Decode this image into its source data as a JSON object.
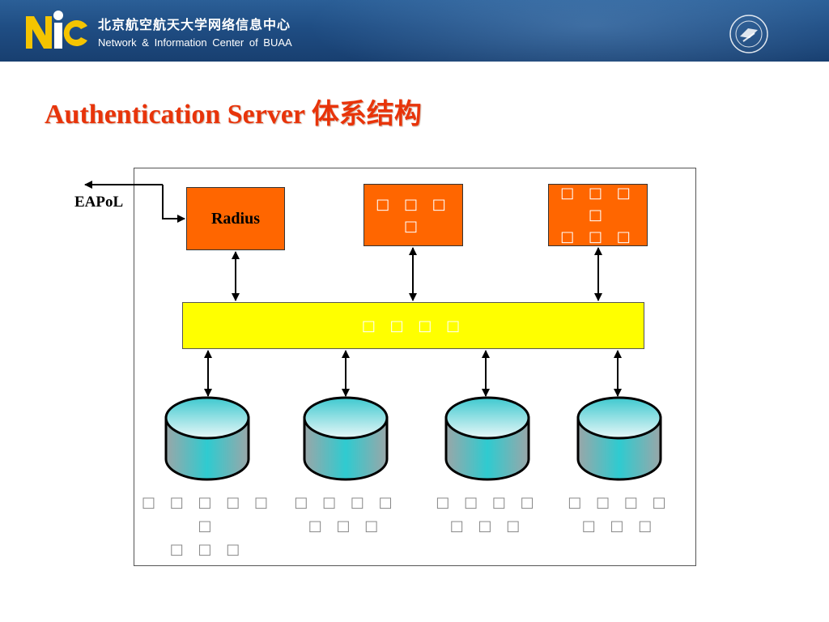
{
  "header": {
    "logo_text": "NIC",
    "org_name_cn": "北京航空航天大学网络信息中心",
    "org_name_en": "Network & Information Center of BUAA"
  },
  "slide": {
    "title": "Authentication Server 体系结构"
  },
  "diagram": {
    "eapol_label": "EAPoL",
    "radius_label": "Radius",
    "top_mid_label": "□ □ □ □",
    "top_right_label": "□ □ □ □\n□ □ □",
    "bus_label": "□ □ □ □",
    "databases": [
      {
        "label": "□ □ □ □ □ □\n□ □ □"
      },
      {
        "label": "□ □ □ □\n□ □ □"
      },
      {
        "label": "□ □ □ □\n□ □ □"
      },
      {
        "label": "□ □ □ □\n□ □ □"
      }
    ],
    "colors": {
      "orange": "#ff6600",
      "bus": "#ffff00",
      "database": "#3fc9cf",
      "title": "#e8340a"
    }
  }
}
